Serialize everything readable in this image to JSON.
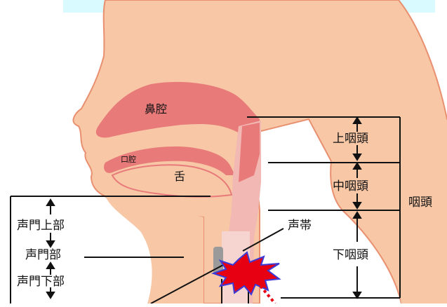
{
  "labels": {
    "nasal_cavity": "鼻腔",
    "oral_cavity": "口腔",
    "tongue": "舌",
    "epipharynx": "上咽頭",
    "mesopharynx": "中咽頭",
    "hypopharynx": "下咽頭",
    "pharynx": "咽頭",
    "vocal_cords": "声帯",
    "supraglottis": "声門上部",
    "glottis": "声門部",
    "subglottis": "声門下部"
  },
  "colors": {
    "skin": "#f7c7a6",
    "skin_outline": "#e89070",
    "cavity": "#e87a7a",
    "airway": "#f2b8b4",
    "banner": "#d9fbff",
    "burst": "#e60012",
    "burst_outline": "#3a3ad9",
    "lines": "#111111"
  }
}
